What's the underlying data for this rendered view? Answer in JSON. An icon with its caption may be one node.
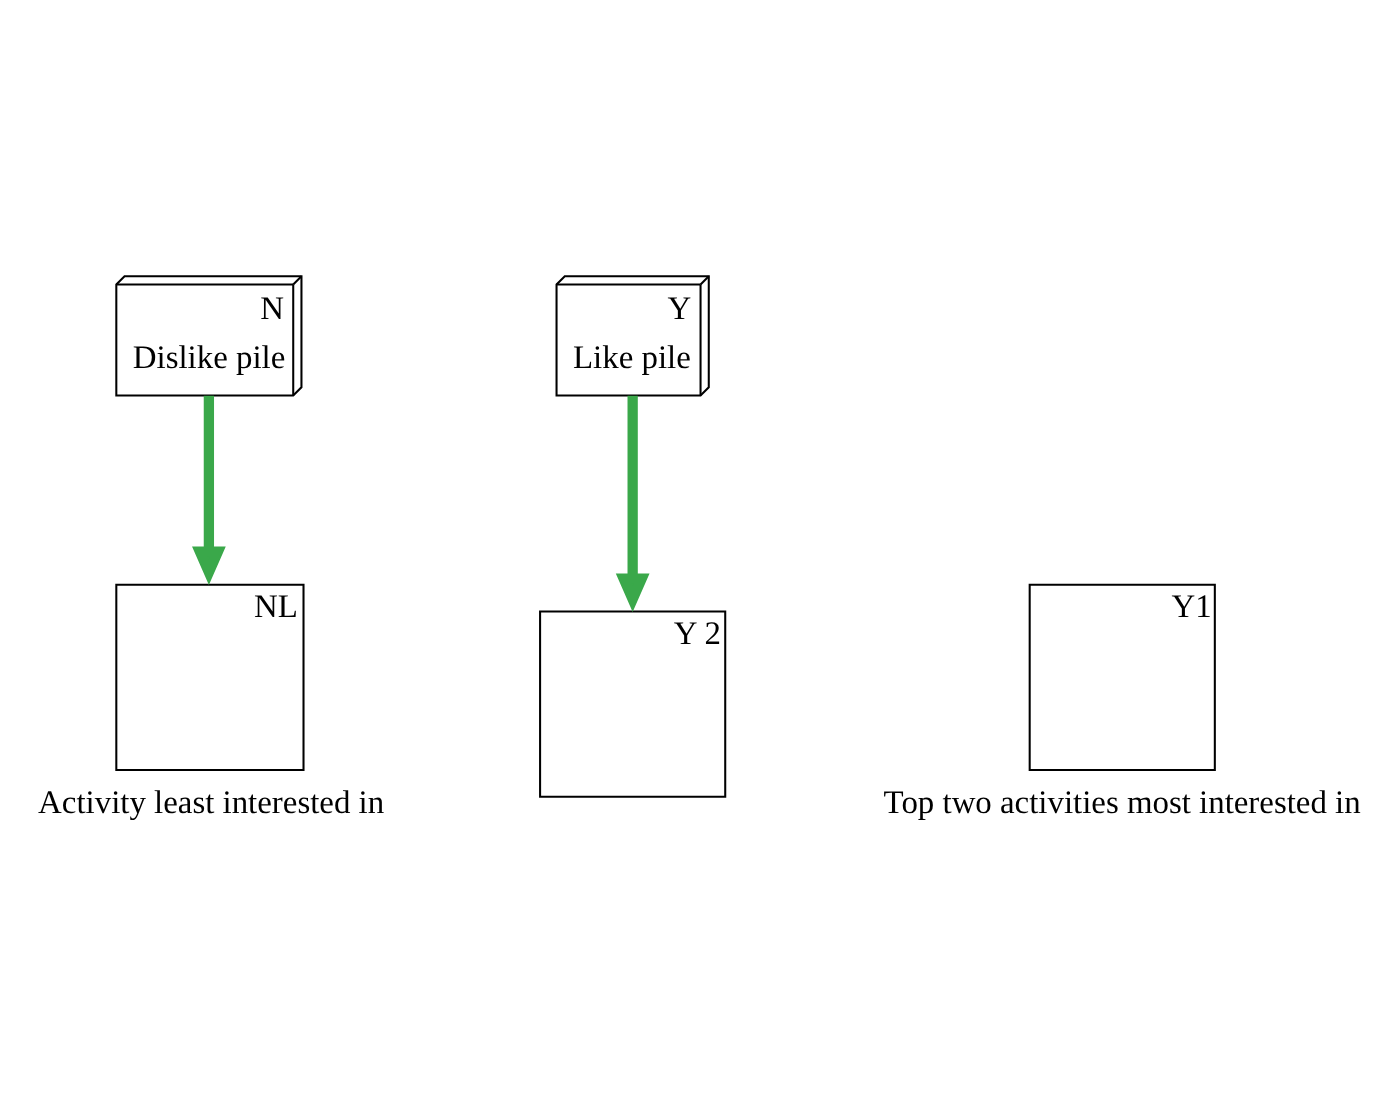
{
  "diagram": {
    "nodes": [
      {
        "text": [
          "N",
          "Dislike pile"
        ]
      },
      {
        "text": [
          "Y",
          "Like pile"
        ]
      },
      {
        "text": [
          "NL"
        ],
        "beside": [
          "Activity least interested in"
        ]
      },
      {
        "text": [
          "Y 2"
        ]
      },
      {
        "text": [
          "Y1"
        ],
        "beside": [
          "Top two activities most interested in"
        ]
      }
    ],
    "edges": [
      {
        "from": 0,
        "to": 2,
        "arrow": "to"
      },
      {
        "from": 1,
        "to": 3,
        "arrow": "to"
      }
    ]
  }
}
